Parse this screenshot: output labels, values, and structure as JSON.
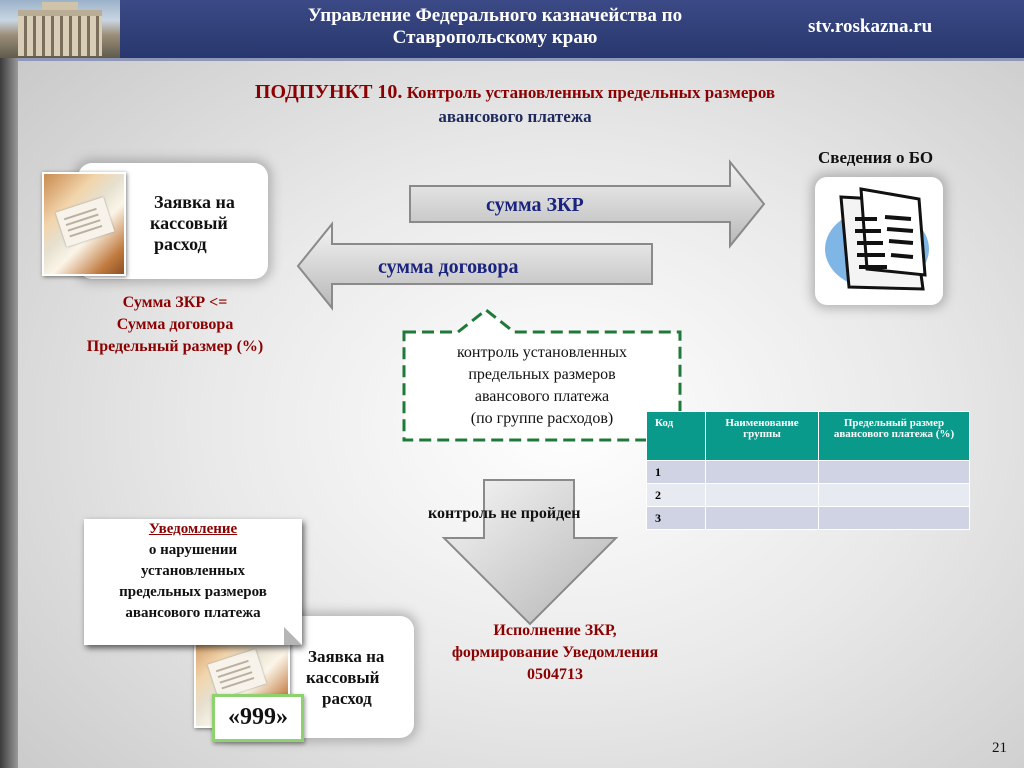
{
  "header": {
    "title_line1": "Управление Федерального казначейства по",
    "title_line2": "Ставропольскому краю",
    "url": "stv.roskazna.ru"
  },
  "title": {
    "prefix": "ПОДПУНКТ 10.",
    "line1": " Контроль установленных предельных размеров",
    "line2": "авансового платежа"
  },
  "request_card_top": {
    "line1": "Заявка на",
    "line2": "кассовый",
    "line3": "расход"
  },
  "arrows": {
    "zkr_label": "сумма ЗКР",
    "contract_label": "сумма договора"
  },
  "condition": {
    "line1": "Сумма ЗКР <=",
    "line2": "Сумма договора",
    "line3": "Предельный размер (%)"
  },
  "bo": {
    "title": "Сведения о БО"
  },
  "callout": {
    "line1": "контроль установленных",
    "line2": "предельных размеров",
    "line3": "авансового платежа",
    "line4": "(по группе расходов)"
  },
  "table": {
    "headers": [
      "Код",
      "Наименование группы",
      "Предельный размер авансового платежа (%)"
    ],
    "rows": [
      [
        "1",
        "",
        ""
      ],
      [
        "2",
        "",
        ""
      ],
      [
        "3",
        "",
        ""
      ]
    ]
  },
  "fail_label": "контроль не пройден",
  "notice": {
    "head": "Уведомление",
    "line1": "о нарушении",
    "line2": "установленных",
    "line3": "предельных размеров",
    "line4": "авансового платежа"
  },
  "request_card_bottom": {
    "line1": "Заявка на",
    "line2": "кассовый",
    "line3": "расход"
  },
  "badge": "«999»",
  "execution": {
    "line1": "Исполнение ЗКР,",
    "line2": "формирование Уведомления",
    "line3": "0504713"
  },
  "page_number": "21"
}
